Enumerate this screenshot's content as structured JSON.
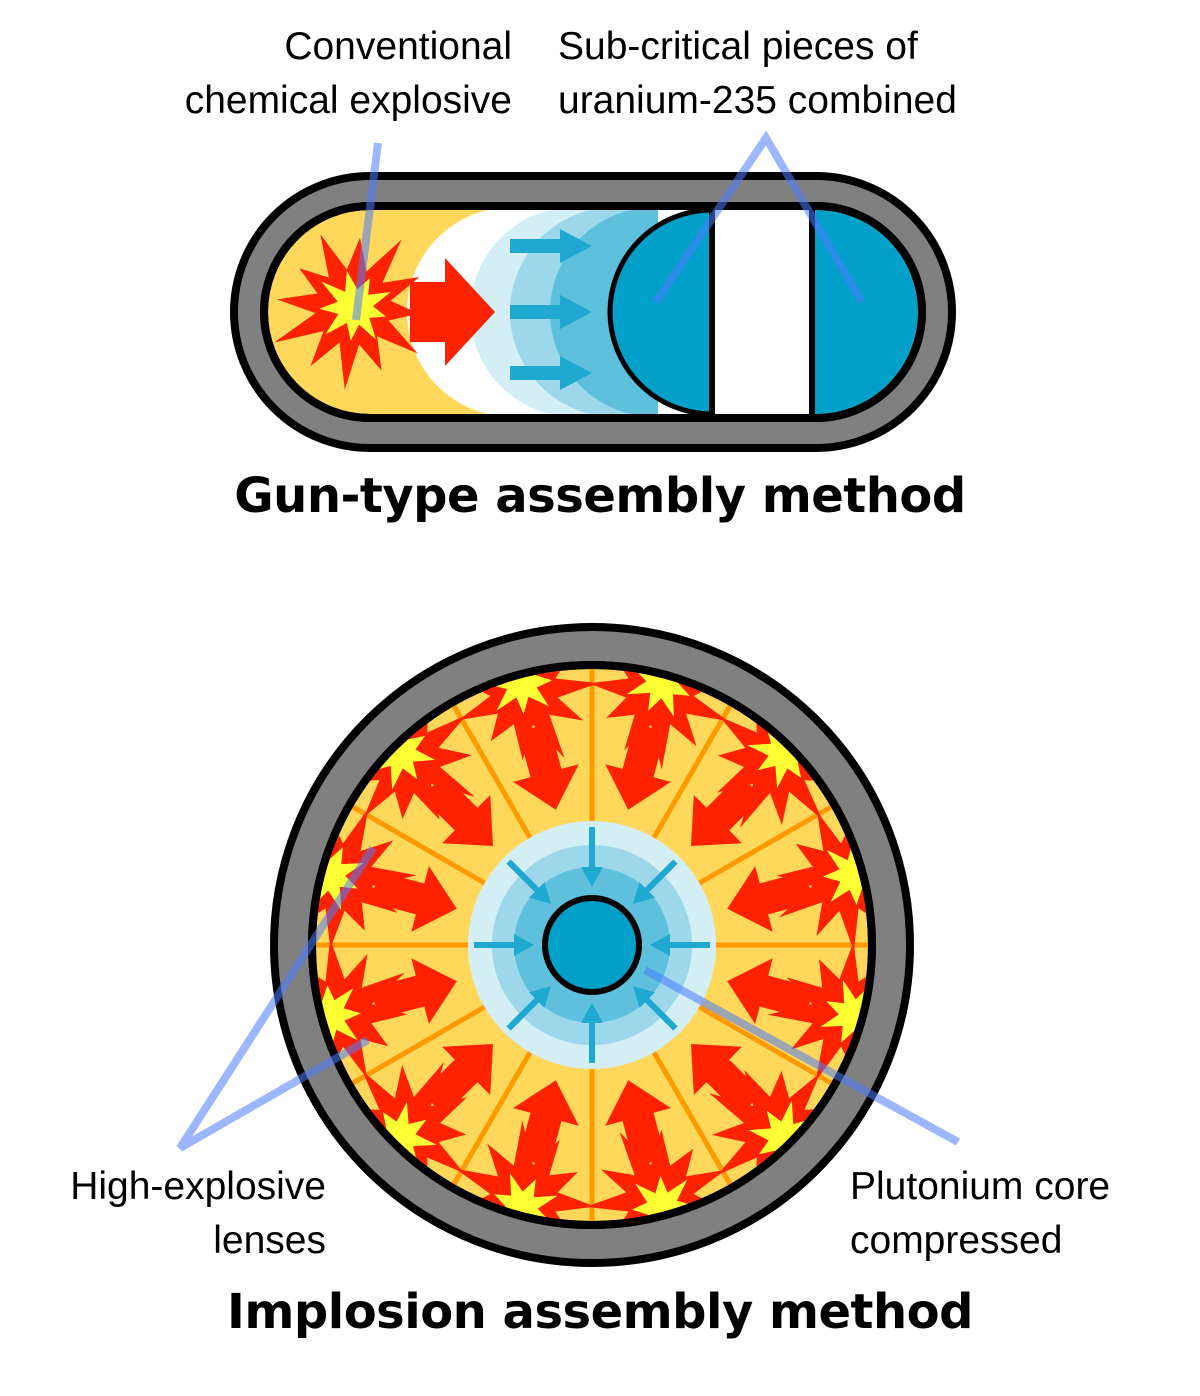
{
  "gun": {
    "label_explosive": [
      "Conventional",
      "chemical explosive"
    ],
    "label_uranium": [
      "Sub-critical pieces of",
      "uranium-235 combined"
    ],
    "title": "Gun-type assembly method"
  },
  "implosion": {
    "label_lenses": [
      "High-explosive",
      "lenses"
    ],
    "label_core": [
      "Plutonium core",
      "compressed"
    ],
    "title": "Implosion assembly method"
  },
  "colors": {
    "casing": "#808080",
    "outline": "#000000",
    "explosive_fill": "#ffd75a",
    "blast_red": "#ff2200",
    "blast_yellow": "#ffff33",
    "uranium_blue": "#00a0c8",
    "shock_light": "#d4eef6",
    "shock_mid": "#9dd8ea",
    "shock_dark": "#5ec0dc",
    "arrow_blue": "#1fa8d0",
    "divider_orange": "#ff9900",
    "pointer_blue": "#4a7bff"
  }
}
